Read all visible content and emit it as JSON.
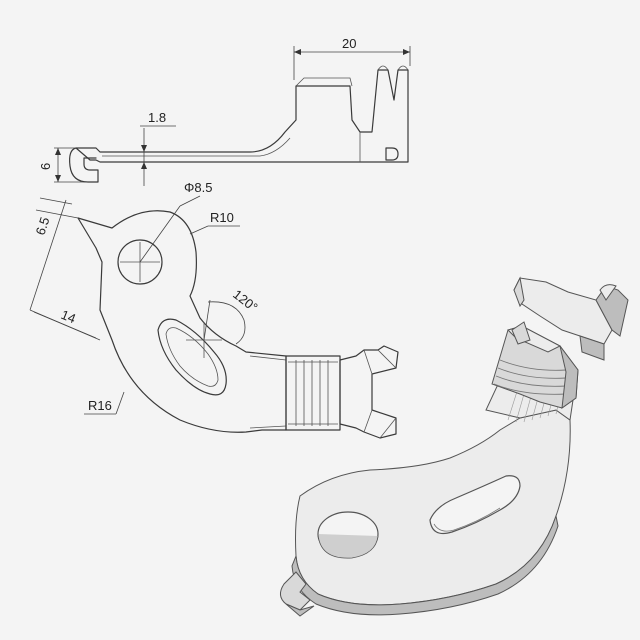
{
  "drawing": {
    "dimensions": {
      "overall_length": "20",
      "thickness": "1.8",
      "height": "6",
      "hole_diameter": "Φ8.5",
      "radius_upper": "R10",
      "radius_lower": "R16",
      "tab_width": "6.5",
      "offset": "14",
      "angle": "120°",
      "side_mark": "D"
    }
  }
}
